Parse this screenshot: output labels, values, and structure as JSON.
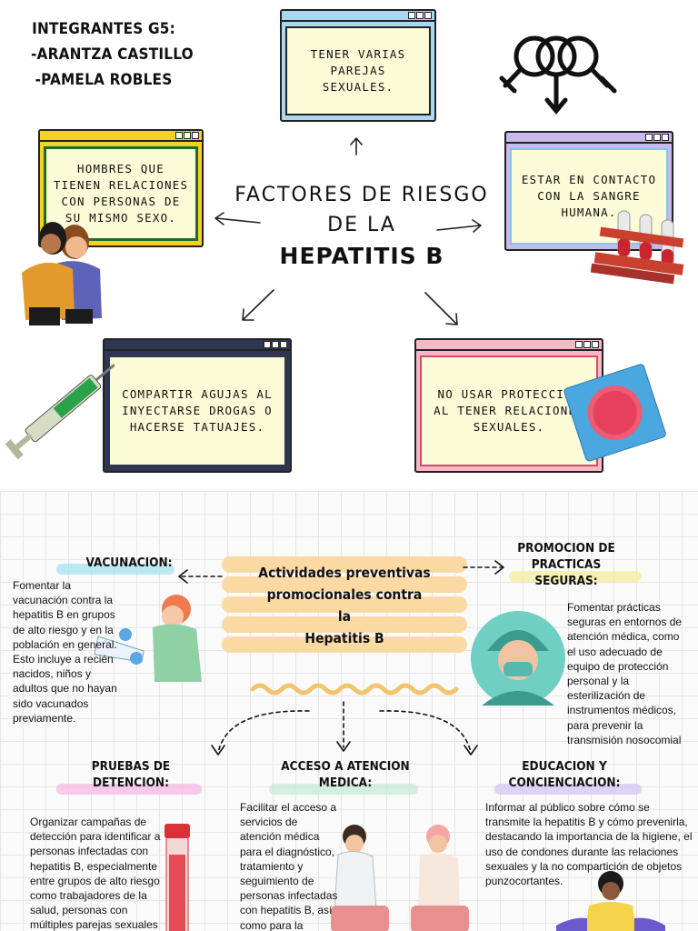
{
  "team": {
    "heading": "INTEGRANTES G5:",
    "member1": "-ARANTZA CASTILLO",
    "member2": "-PAMELA ROBLES"
  },
  "title": {
    "line1": "FACTORES DE RIESGO",
    "line2": "DE LA",
    "line3": "HEPATITIS B"
  },
  "risk_factors": [
    {
      "text": "TENER VARIAS PAREJAS SEXUALES.",
      "frame_color": "#a9d8ef",
      "bar_color": "#a9d8ef"
    },
    {
      "text": "HOMBRES QUE TIENEN RELACIONES CON PERSONAS DE SU MISMO SEXO.",
      "frame_color": "#f2d325",
      "bar_color": "#f2d325"
    },
    {
      "text": "ESTAR EN CONTACTO CON LA SANGRE HUMANA.",
      "frame_color": "#c9b8ec",
      "bar_color": "#c9b8ec"
    },
    {
      "text": "COMPARTIR AGUJAS AL INYECTARSE DROGAS O HACERSE TATUAJES.",
      "frame_color": "#2f3650",
      "bar_color": "#2f3650"
    },
    {
      "text": "NO USAR PROTECCIÓN AL TENER RELACIONES SEXUALES.",
      "frame_color": "#f6b8c6",
      "bar_color": "#f6b8c6"
    }
  ],
  "preventive": {
    "title_l1": "Actividades preventivas",
    "title_l2": "promocionales contra",
    "title_l3": "la",
    "title_l4": "Hepatitis B",
    "vacunacion": {
      "heading": "VACUNACION:",
      "text": "Fomentar la vacunación contra la hepatitis B en grupos de alto riesgo y en la población en general. Esto incluye a recién nacidos, niños y adultos que no hayan sido vacunados previamente."
    },
    "promocion": {
      "heading_l1": "PROMOCION DE",
      "heading_l2": "PRACTICAS",
      "heading_l3": "SEGURAS:",
      "text": "Fomentar prácticas seguras en entornos de atención médica, como el uso adecuado de equipo de protección personal y la esterilización de instrumentos médicos, para prevenir la transmisión nosocomial"
    },
    "pruebas": {
      "heading_l1": "PRUEBAS DE",
      "heading_l2": "DETENCION:",
      "text": "Organizar campañas de detección para identificar a personas infectadas con hepatitis B, especialmente entre grupos de alto riesgo como trabajadores de la salud, personas con múltiples parejas sexuales"
    },
    "acceso": {
      "heading_l1": "ACCESO A ATENCION",
      "heading_l2": "MEDICA:",
      "text": "Facilitar el acceso a servicios de atención médica para el diagnóstico, tratamiento y seguimiento de personas infectadas con hepatitis B, así como para la"
    },
    "educacion": {
      "heading_l1": "EDUCACION Y",
      "heading_l2": "CONCIENCIACION:",
      "text": "Informar al público sobre cómo se transmite la hepatitis B y cómo prevenirla, destacando la importancia de la higiene, el uso de condones durante las relaciones sexuales y la no compartición de objetos punzocortantes."
    }
  }
}
